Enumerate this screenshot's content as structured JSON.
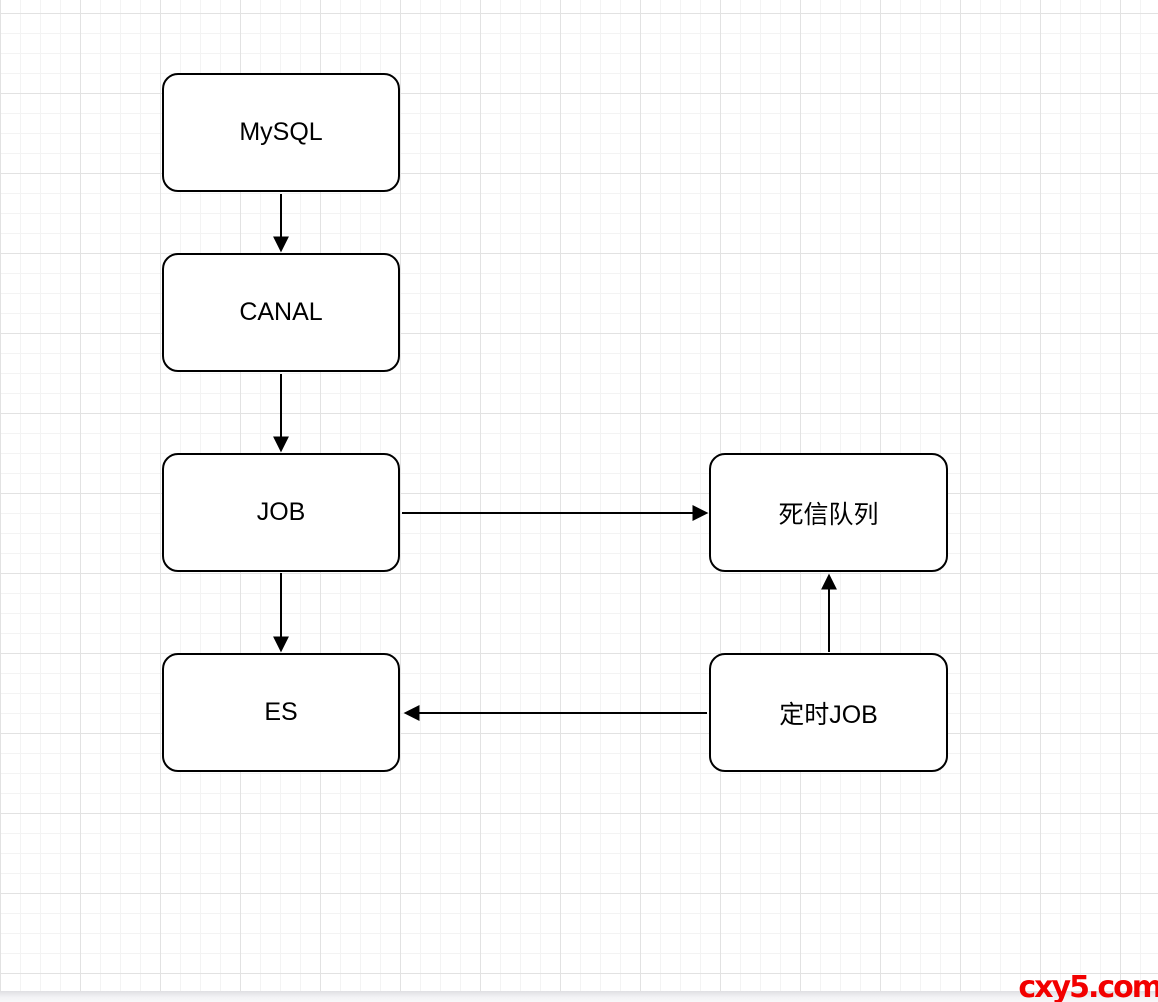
{
  "diagram": {
    "nodes": [
      {
        "id": "mysql",
        "label": "MySQL"
      },
      {
        "id": "canal",
        "label": "CANAL"
      },
      {
        "id": "job",
        "label": "JOB"
      },
      {
        "id": "es",
        "label": "ES"
      },
      {
        "id": "dead-letter-queue",
        "label": "死信队列"
      },
      {
        "id": "timer-job",
        "label": "定时JOB"
      }
    ],
    "edges": [
      {
        "from": "mysql",
        "to": "canal",
        "direction": "down"
      },
      {
        "from": "canal",
        "to": "job",
        "direction": "down"
      },
      {
        "from": "job",
        "to": "es",
        "direction": "down"
      },
      {
        "from": "job",
        "to": "dead-letter-queue",
        "direction": "right"
      },
      {
        "from": "timer-job",
        "to": "dead-letter-queue",
        "direction": "up"
      },
      {
        "from": "timer-job",
        "to": "es",
        "direction": "left"
      }
    ],
    "colors": {
      "node_border": "#000000",
      "node_fill": "#ffffff",
      "edge": "#000000",
      "grid_minor": "#f3f3f3",
      "grid_major": "#e2e2e2",
      "canvas_background": "#ffffff"
    }
  },
  "watermark": {
    "text": "cxy5.com",
    "color": "#f20000"
  }
}
